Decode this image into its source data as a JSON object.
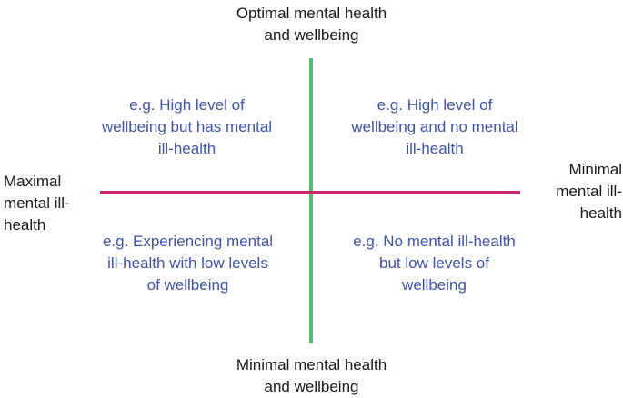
{
  "colors": {
    "vertical_axis": "#4cbd6d",
    "horizontal_axis": "#c8266a",
    "quadrant_text": "#3f54a6",
    "label_text": "#1a1a1a"
  },
  "labels": {
    "top": "Optimal mental health\nand wellbeing",
    "bottom": "Minimal mental health\nand wellbeing",
    "left": "Maximal\nmental ill-\nhealth",
    "right": "Minimal\nmental ill-\nhealth"
  },
  "quadrants": {
    "top_left": "e.g. High level of\nwellbeing but has mental\nill-health",
    "top_right": "e.g. High level of\nwellbeing and no mental\nill-health",
    "bottom_left": "e.g. Experiencing mental\nill-health with low levels\nof wellbeing",
    "bottom_right": "e.g. No mental ill-health\nbut low levels of\nwellbeing"
  }
}
